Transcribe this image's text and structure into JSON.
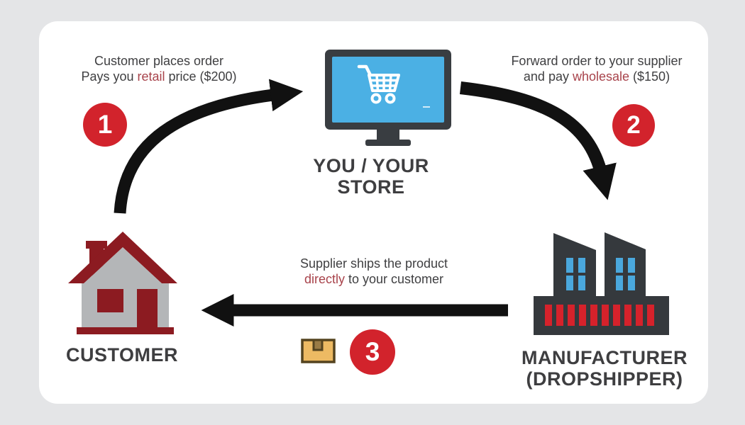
{
  "diagram": {
    "title_implicit": "Dropshipping order flow",
    "colors": {
      "page_background": "#e4e5e7",
      "card_background": "#ffffff",
      "badge_red": "#d2232c",
      "highlight_red": "#a8434b",
      "arrow_black": "#111111",
      "monitor_dark": "#393d41",
      "screen_blue": "#4bb0e4",
      "house_maroon": "#8c1b21",
      "house_gray": "#b4b6b8",
      "factory_dark": "#35393d",
      "factory_stripe_red": "#d6222b",
      "factory_window_blue": "#4aa8dd",
      "package_tan": "#edba63",
      "package_brown": "#54431f",
      "text_dark": "#3f3f41"
    },
    "steps": [
      {
        "number": "1",
        "line1": "Customer places order",
        "line2_pre": "Pays you ",
        "line2_red": "retail",
        "line2_post": " price ($200)"
      },
      {
        "number": "2",
        "line1": "Forward order to your supplier",
        "line2_pre": "and pay ",
        "line2_red": "wholesale",
        "line2_post": " ($150)"
      },
      {
        "number": "3",
        "line1": "Supplier ships the product",
        "line2_pre": "",
        "line2_red": "directly",
        "line2_post": " to your customer"
      }
    ],
    "nodes": {
      "store": {
        "label": "YOU / YOUR STORE",
        "icon": "shopping-cart-monitor-icon"
      },
      "customer": {
        "label": "CUSTOMER",
        "icon": "house-icon"
      },
      "manufacturer": {
        "label_line1": "MANUFACTURER",
        "label_line2": "(DROPSHIPPER)",
        "icon": "factory-icon"
      }
    },
    "extras": {
      "package_icon": "shipping-box-icon"
    }
  }
}
